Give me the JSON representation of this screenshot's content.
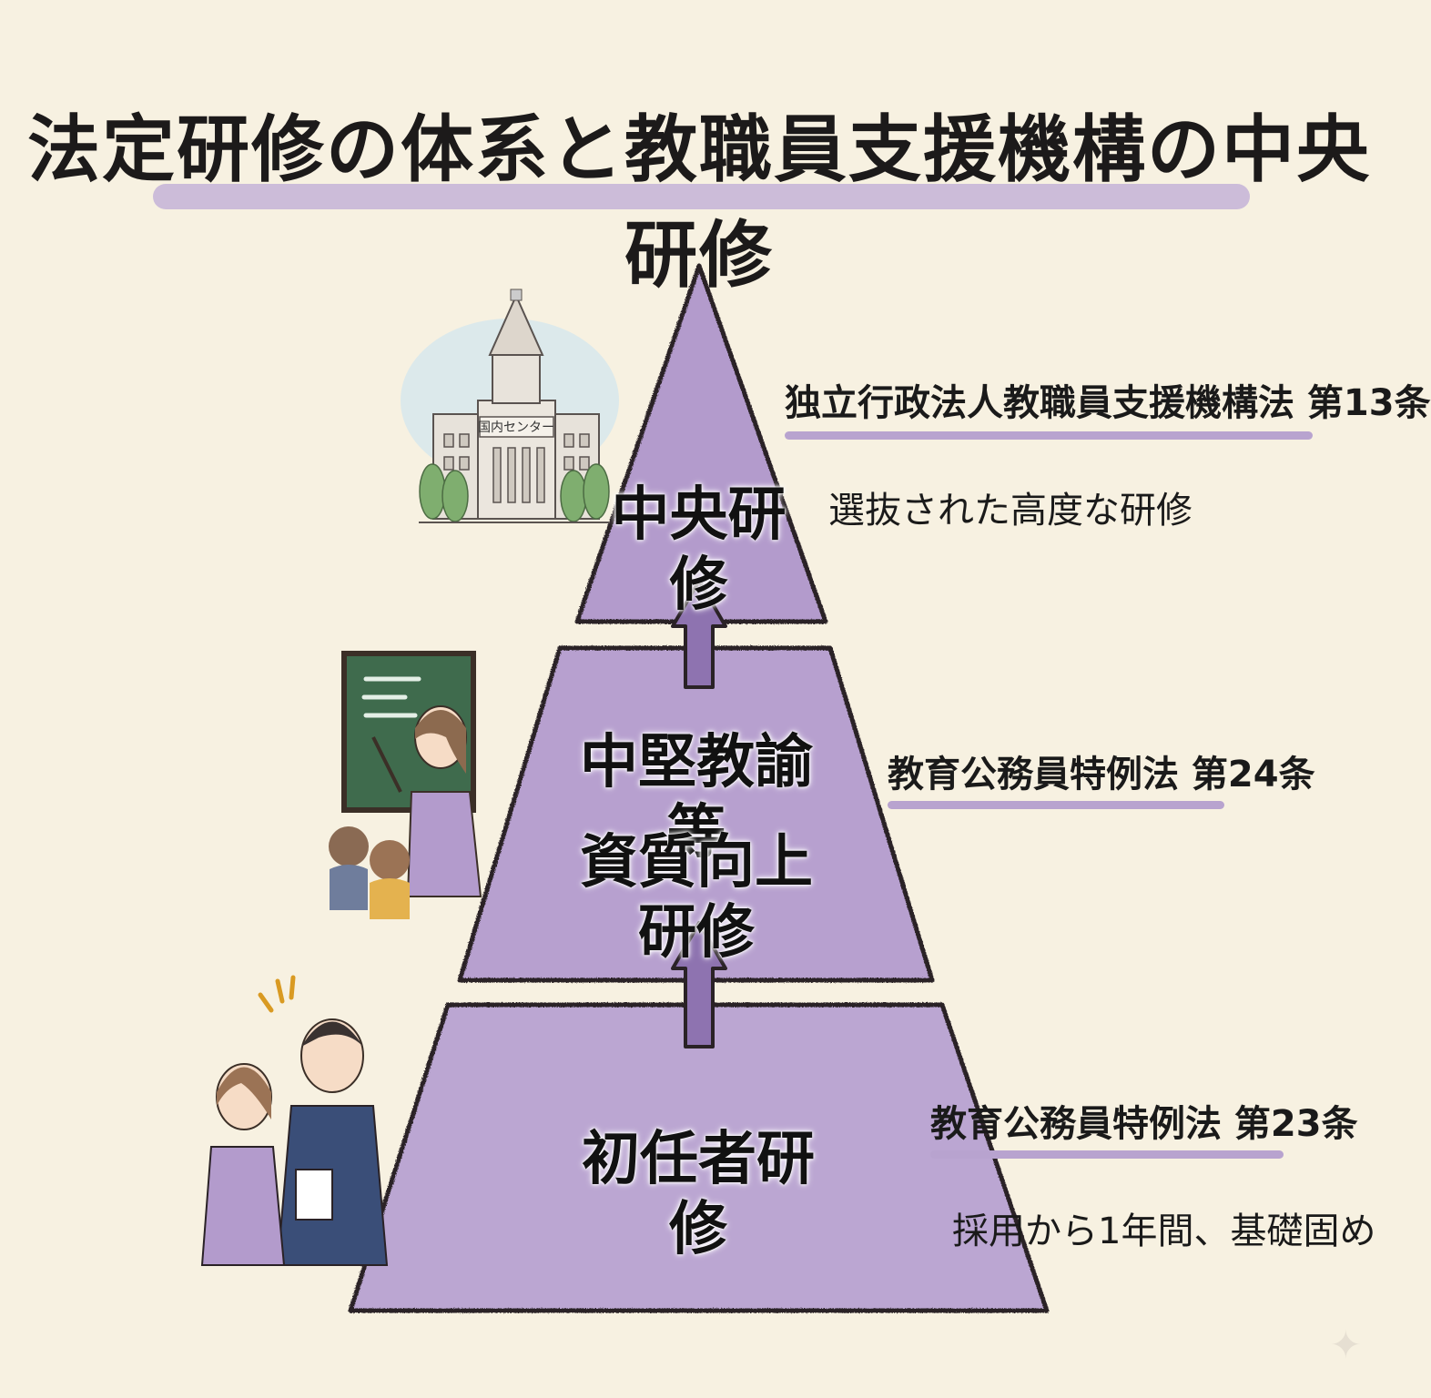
{
  "title": "法定研修の体系と教職員支援機構の中央研修",
  "building_sign": "国内センター",
  "tiers": [
    {
      "label": "中央研修",
      "law": "独立行政法人教職員支援機構法 第13条",
      "description": "選抜された高度な研修"
    },
    {
      "label_line1": "中堅教諭等",
      "label_line2": "資質向上研修",
      "law": "教育公務員特例法 第24条"
    },
    {
      "label": "初任者研修",
      "law": "教育公務員特例法 第23条",
      "description": "採用から1年間、基礎固め"
    }
  ],
  "colors": {
    "background": "#f7f1e1",
    "pyramid_fill": "#b39bcc",
    "pyramid_stroke": "#2a2226",
    "underline": "#b8a3cf",
    "arrow": "#8e73b0"
  },
  "icons": [
    "capitol-building-icon",
    "teacher-blackboard-icon",
    "mentor-new-teacher-icon",
    "up-arrow-icon"
  ]
}
